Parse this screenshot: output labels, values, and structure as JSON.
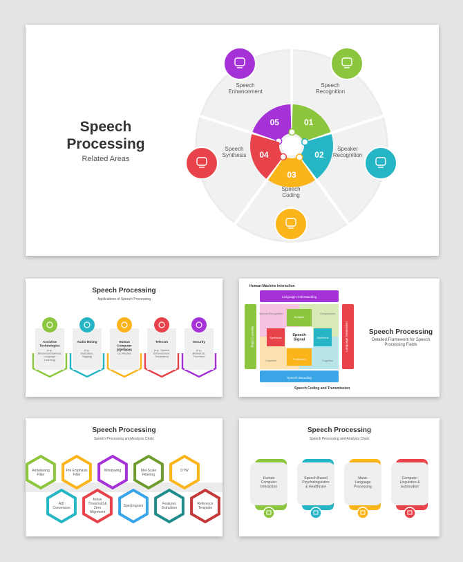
{
  "colors": {
    "purple": "#a532d6",
    "green": "#8cc63f",
    "teal": "#26b5c5",
    "orange": "#fbb41a",
    "red": "#e8434a",
    "blue": "#3aa5e6",
    "dark_green": "#6f9c2f",
    "dark_red": "#c23a3a"
  },
  "main": {
    "title_line1": "Speech",
    "title_line2": "Processing",
    "subtitle": "Related Areas",
    "segments": [
      {
        "num": "05",
        "label1": "Speech",
        "label2": "Enhancement",
        "icon": "chat-bubble-icon"
      },
      {
        "num": "01",
        "label1": "Speech",
        "label2": "Recognition",
        "icon": "head-speech-icon"
      },
      {
        "num": "02",
        "label1": "Speaker",
        "label2": "Recognition",
        "icon": "mobile-voice-icon"
      },
      {
        "num": "03",
        "label1": "Speech",
        "label2": "Coding",
        "icon": "code-speech-icon"
      },
      {
        "num": "04",
        "label1": "Speech",
        "label2": "Synthesis",
        "icon": "document-speech-icon"
      }
    ]
  },
  "slide2": {
    "title": "Speech Processing",
    "subtitle": "Applications of Speech Processing",
    "cards": [
      {
        "title": "Assistive Technologies",
        "desc": "(e.g., Blindness/Deafness, Language Learning)",
        "icon": "chat-icon"
      },
      {
        "title": "Audio Mining",
        "desc": "(e.g., Diarization, Tagging)",
        "icon": "waveform-icon"
      },
      {
        "title": "Human Computer Interfaces",
        "desc": "(e.g., Speech UI, Affective",
        "icon": "interface-icon"
      },
      {
        "title": "Telecom",
        "desc": "(e.g., Speech Enhancement, Translation)",
        "icon": "tower-icon"
      },
      {
        "title": "Security",
        "desc": "(e.g., Biometrics, Forensics",
        "icon": "shield-icon"
      }
    ]
  },
  "slide3": {
    "top_label": "Human-Machine Interaction",
    "bottom_label": "Speech Coding and Transmission",
    "title": "Speech Processing",
    "subtitle": "Detailed Framework for Speech Processing Fields",
    "band_top": "Language Understanding",
    "band_bottom": "Speech Decoding",
    "band_left": "Speech Coding",
    "band_right": "Language Generation",
    "center": "Speech Signal",
    "inner_top": "Analysis",
    "inner_bottom": "Production",
    "inner_left": "Synthesis",
    "inner_right": "Synthesis",
    "corner_tl": "Speech Recognition",
    "corner_tr": "Compression",
    "corner_bl": "Cognition",
    "corner_br": "Cognition"
  },
  "slide4": {
    "title": "Speech Processing",
    "subtitle": "Speech Processing and Analysis Chain",
    "top_row": [
      "Antialiasing Filter",
      "Pre Emphasis Filter",
      "Windowing",
      "Mel-Scale Filtering",
      "DTW"
    ],
    "bottom_row": [
      "A/D Conversion",
      "Noise Threshold & Zero Alignment",
      "Spectrogram",
      "Features Extraction",
      "Reference Template"
    ]
  },
  "slide5": {
    "title": "Speech Processing",
    "subtitle": "Speech Processing and Analysis Chain",
    "cards": [
      {
        "text": "Human Computer Interaction",
        "icon": "monitor-icon"
      },
      {
        "text": "Speech Based Psycholinguistics & Healthcare",
        "icon": "heart-icon"
      },
      {
        "text": "Music Language Processing",
        "icon": "music-icon"
      },
      {
        "text": "Computer Linguistics & Automation",
        "icon": "chip-icon"
      }
    ]
  }
}
